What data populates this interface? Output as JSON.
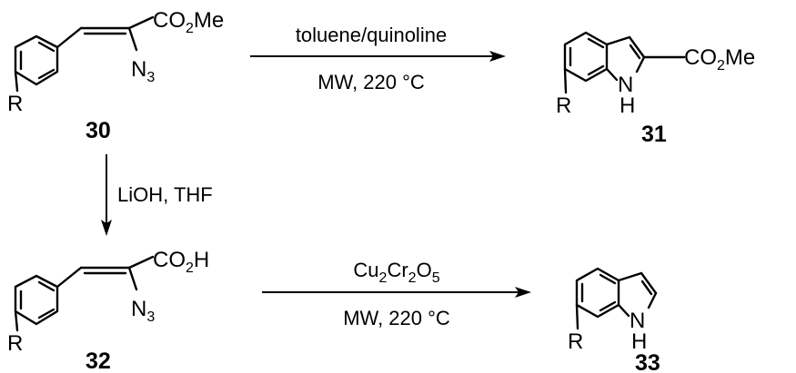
{
  "compounds": {
    "c30": {
      "id": "30",
      "ester": {
        "main": "CO",
        "sub": "2",
        "tail": "Me"
      },
      "azide": {
        "main": "N",
        "sub": "3"
      },
      "sub_r": "R"
    },
    "c31": {
      "id": "31",
      "ester": {
        "main": "CO",
        "sub": "2",
        "tail": "Me"
      },
      "nh": "N",
      "h": "H",
      "sub_r": "R"
    },
    "c32": {
      "id": "32",
      "acid": {
        "main": "CO",
        "sub": "2",
        "tail": "H"
      },
      "azide": {
        "main": "N",
        "sub": "3"
      },
      "sub_r": "R"
    },
    "c33": {
      "id": "33",
      "nh": "N",
      "h": "H",
      "sub_r": "R"
    }
  },
  "reactions": {
    "r1": {
      "above": "toluene/quinoline",
      "below": "MW, 220 °C"
    },
    "r2": {
      "side": "LiOH, THF"
    },
    "r3": {
      "above": {
        "a": "Cu",
        "a_sub": "2",
        "b": "Cr",
        "b_sub": "2",
        "c": "O",
        "c_sub": "5"
      },
      "below": "MW, 220 °C"
    }
  }
}
